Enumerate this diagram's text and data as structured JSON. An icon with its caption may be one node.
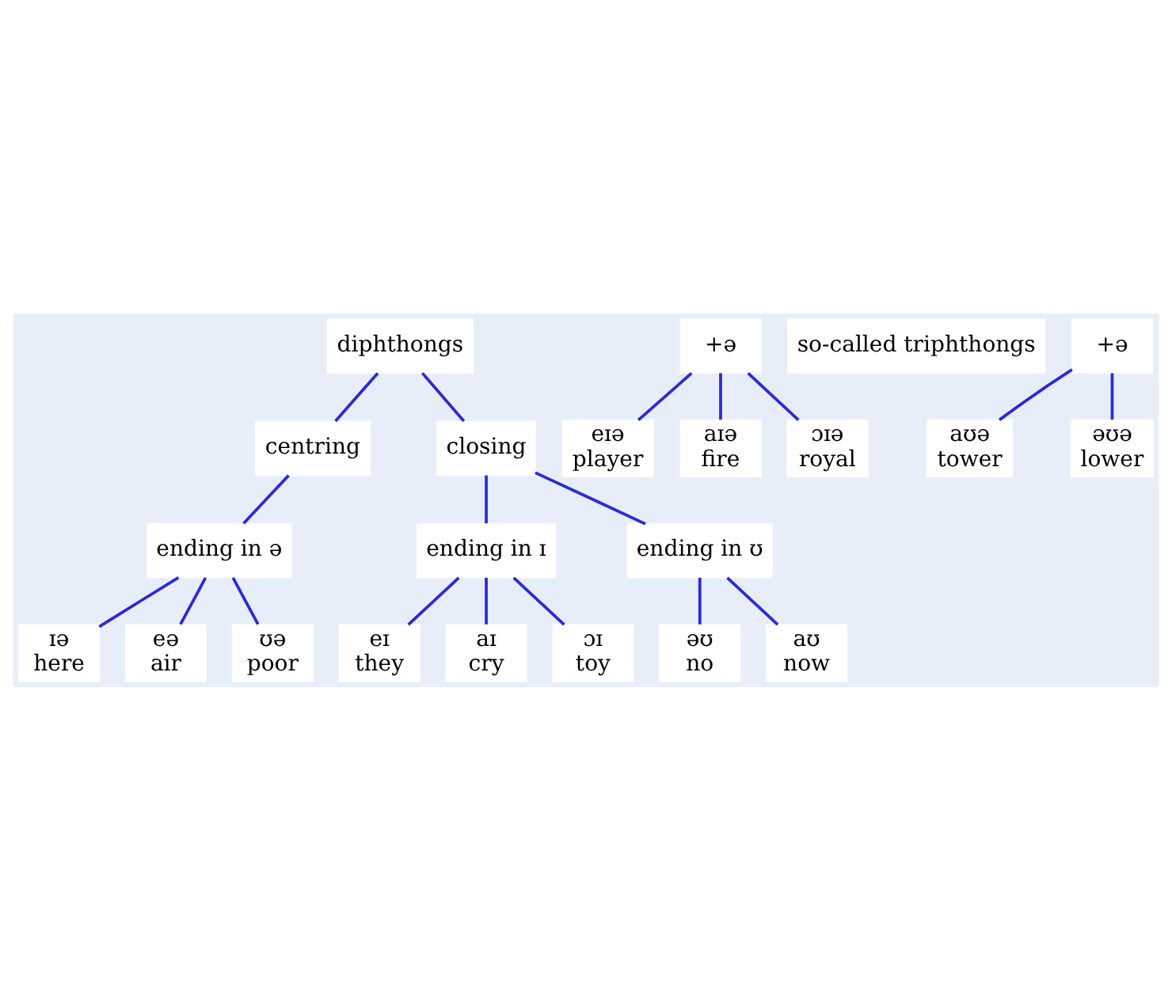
{
  "diagram": {
    "nodes": [
      {
        "text": [
          "diphthongs"
        ]
      },
      {
        "text": [
          "centring"
        ]
      },
      {
        "text": [
          "closing"
        ]
      },
      {
        "text": [
          "ending in ə"
        ]
      },
      {
        "text": [
          "ending in ɪ"
        ]
      },
      {
        "text": [
          "ending in ʊ"
        ]
      },
      {
        "text": [
          "ɪə",
          "here"
        ]
      },
      {
        "text": [
          "eə",
          "air"
        ]
      },
      {
        "text": [
          "ʊə",
          "poor"
        ]
      },
      {
        "text": [
          "eɪ",
          "they"
        ]
      },
      {
        "text": [
          "aɪ",
          "cry"
        ]
      },
      {
        "text": [
          "ɔɪ",
          "toy"
        ]
      },
      {
        "text": [
          "əʊ",
          "no"
        ]
      },
      {
        "text": [
          "aʊ",
          "now"
        ]
      },
      {
        "text": [
          "+ə"
        ]
      },
      {
        "text": [
          "+ə"
        ]
      },
      {
        "text": [
          "eɪə",
          "player"
        ]
      },
      {
        "text": [
          "aɪə",
          "fire"
        ]
      },
      {
        "text": [
          "ɔɪə",
          "royal"
        ]
      },
      {
        "text": [
          "əʊə",
          "lower"
        ]
      },
      {
        "text": [
          "aʊə",
          "tower"
        ]
      }
    ],
    "edges": [
      {
        "from": 0,
        "to": 1,
        "arrow": "none"
      },
      {
        "from": 0,
        "to": 2,
        "arrow": "none"
      },
      {
        "from": 1,
        "to": 3,
        "arrow": "none"
      },
      {
        "from": 2,
        "to": 4,
        "arrow": "none"
      },
      {
        "from": 2,
        "to": 5,
        "arrow": "none"
      },
      {
        "from": 3,
        "to": 6,
        "arrow": "none"
      },
      {
        "from": 3,
        "to": 7,
        "arrow": "none"
      },
      {
        "from": 3,
        "to": 8,
        "arrow": "none"
      },
      {
        "from": 4,
        "to": 9,
        "arrow": "none"
      },
      {
        "from": 4,
        "to": 10,
        "arrow": "none"
      },
      {
        "from": 4,
        "to": 11,
        "arrow": "none"
      },
      {
        "from": 5,
        "to": 12,
        "arrow": "none"
      },
      {
        "from": 5,
        "to": 13,
        "arrow": "none"
      },
      {
        "from": 14,
        "to": 16,
        "arrow": "none"
      },
      {
        "from": 14,
        "to": 17,
        "arrow": "none"
      },
      {
        "from": 14,
        "to": 18,
        "arrow": "none"
      },
      {
        "from": 15,
        "to": 19,
        "arrow": "none"
      },
      {
        "from": 15,
        "to": 20,
        "arrow": "none"
      }
    ],
    "labels": [
      "so-called triphthongs"
    ]
  }
}
